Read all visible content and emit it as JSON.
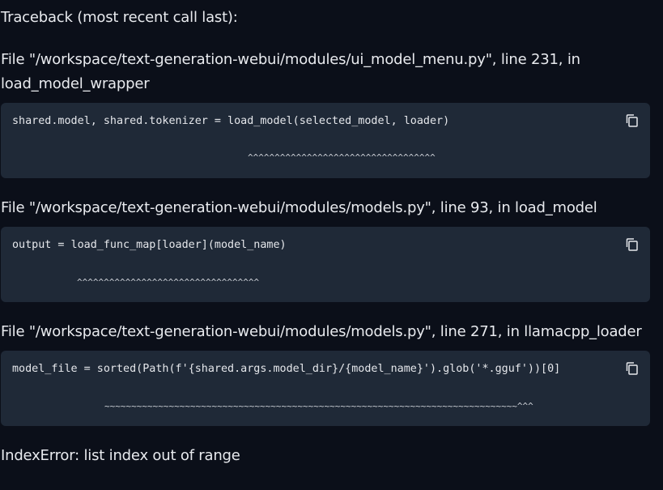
{
  "traceback_header": "Traceback (most recent call last):",
  "frames": [
    {
      "location_line1": "File \"/workspace/text-generation-webui/modules/ui_model_menu.py\", line 231, in",
      "location_line2": "load_model_wrapper",
      "code": "shared.model, shared.tokenizer = load_model(selected_model, loader)",
      "marker": "^^^^^^^^^^^^^^^^^^^^^^^^^^^^^^^^^^^"
    },
    {
      "location_line1": "File \"/workspace/text-generation-webui/modules/models.py\", line 93, in load_model",
      "code": "output = load_func_map[loader](model_name)",
      "marker": "^^^^^^^^^^^^^^^^^^^^^^^^^^^^^^^^^^"
    },
    {
      "location_line1": "File \"/workspace/text-generation-webui/modules/models.py\", line 271, in llamacpp_loader",
      "code": "model_file = sorted(Path(f'{shared.args.model_dir}/{model_name}').glob('*.gguf'))[0]",
      "marker": "~~~~~~~~~~~~~~~~~~~~~~~~~~~~~~~~~~~~~~~~~~~~~~~~~~~~~~~~~~~~~~~~~~~~~~~~~~~~~^^^"
    }
  ],
  "error_message": "IndexError: list index out of range",
  "icons": {
    "copy": "copy-icon"
  }
}
